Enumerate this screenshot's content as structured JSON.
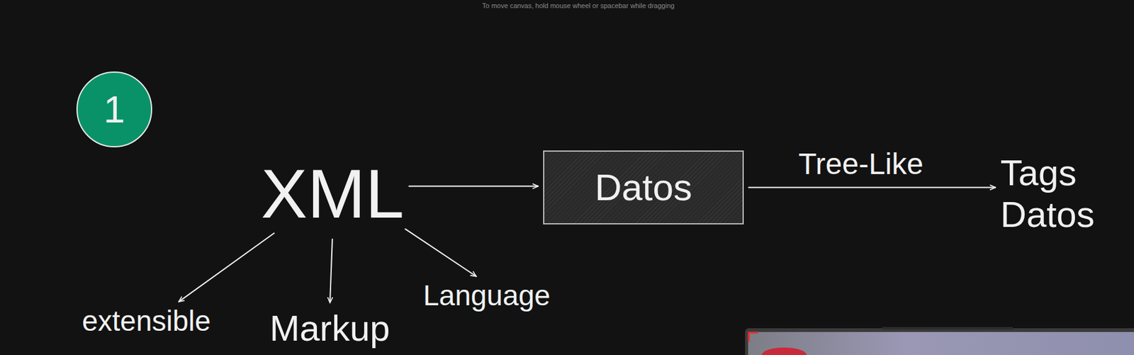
{
  "diagram": {
    "nodes": [
      {
        "text": [
          "1"
        ]
      },
      {
        "text": [
          "XML"
        ]
      },
      {
        "text": [
          "Datos"
        ]
      },
      {
        "text": [
          "Tags",
          "Datos"
        ]
      },
      {
        "text": [
          "extensible"
        ]
      },
      {
        "text": [
          "Markup"
        ]
      },
      {
        "text": [
          "Language"
        ]
      }
    ],
    "edges": [
      {
        "from": 1,
        "to": 2,
        "arrow": "to"
      },
      {
        "from": 2,
        "to": 3,
        "label": "Tree-Like",
        "arrow": "to"
      },
      {
        "from": 1,
        "to": 4,
        "arrow": "to"
      },
      {
        "from": 1,
        "to": 5,
        "arrow": "to"
      },
      {
        "from": 1,
        "to": 6,
        "arrow": "to"
      }
    ],
    "labels": [
      "To move canvas, hold mouse wheel or spacebar while dragging"
    ]
  }
}
